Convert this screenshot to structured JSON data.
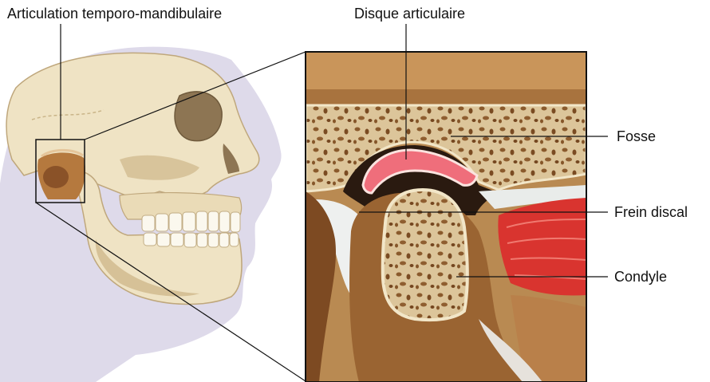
{
  "labels": {
    "tmj": "Articulation temporo-mandibulaire",
    "disc": "Disque articulaire",
    "fossa": "Fosse",
    "frenum": "Frein discal",
    "condyle": "Condyle"
  },
  "colors": {
    "skin_silhouette": "#e0dcec",
    "bone": "#efe2c2",
    "bone_shadow": "#cbb48b",
    "teeth": "#fbf8ee",
    "tissue_brown": "#9a6432",
    "spongy_bone": "#d9c49a",
    "disc": "#ef6e7b",
    "muscle": "#d9342f",
    "frame_bg": "#b98a52"
  }
}
